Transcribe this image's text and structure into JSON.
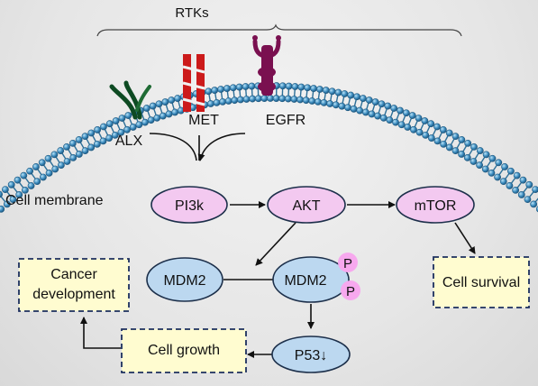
{
  "rtks_label": "RTKs",
  "receptors": {
    "alx": "ALX",
    "met": "MET",
    "egfr": "EGFR"
  },
  "membrane_label": "Cell membrane",
  "nodes": {
    "pi3k": "PI3k",
    "akt": "AKT",
    "mtor": "mTOR",
    "mdm2": "MDM2",
    "mdm2_p": "MDM2",
    "p53": "P53↓",
    "phospho_1": "P",
    "phospho_2": "P"
  },
  "outcomes": {
    "cell_survival": "Cell survival",
    "cell_growth": "Cell growth",
    "cancer_line1": "Cancer",
    "cancer_line2": "development"
  },
  "colors": {
    "pink_node": "#f3c9f0",
    "blue_node": "#bcd8f0",
    "outcome_box": "#fffcd0",
    "phospho": "#f7a8ee",
    "membrane": "#3a7fa8",
    "alx_receptor": "#0d4a22",
    "met_receptor": "#cc1a1a",
    "egfr_receptor": "#7a1050"
  }
}
